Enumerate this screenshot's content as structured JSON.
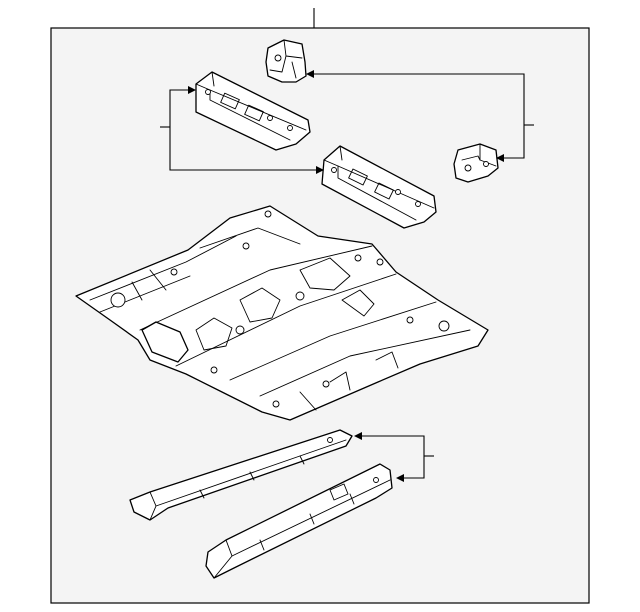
{
  "diagram": {
    "parts": [
      {
        "id": "mount-bracket-upper",
        "icon": "bracket-icon"
      },
      {
        "id": "seat-crossmember-front",
        "icon": "crossmember-icon"
      },
      {
        "id": "mount-bracket-right",
        "icon": "bracket-icon"
      },
      {
        "id": "seat-crossmember-rear",
        "icon": "crossmember-icon"
      },
      {
        "id": "floor-pan",
        "icon": "floor-pan-icon"
      },
      {
        "id": "rocker-reinforcement-front",
        "icon": "rail-icon"
      },
      {
        "id": "rocker-reinforcement-rear",
        "icon": "rail-icon"
      }
    ],
    "callout_groups": 3
  }
}
